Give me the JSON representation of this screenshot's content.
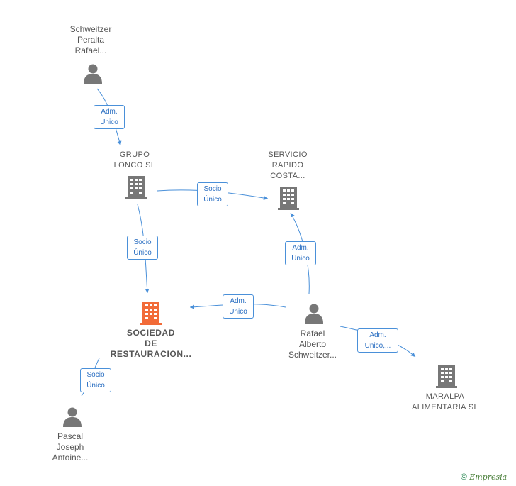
{
  "nodes": {
    "schweitzer_peralta": {
      "lines": [
        "Schweitzer",
        "Peralta",
        "Rafael..."
      ],
      "type": "person"
    },
    "grupo_lonco": {
      "lines": [
        "GRUPO",
        "LONCO  SL"
      ],
      "type": "company"
    },
    "servicio_rapido": {
      "lines": [
        "SERVICIO",
        "RAPIDO",
        "COSTA..."
      ],
      "type": "company"
    },
    "sociedad": {
      "lines": [
        "SOCIEDAD",
        "DE",
        "RESTAURACION..."
      ],
      "type": "company-main"
    },
    "rafael_alberto": {
      "lines": [
        "Rafael",
        "Alberto",
        "Schweitzer..."
      ],
      "type": "person"
    },
    "maralpa": {
      "lines": [
        "MARALPA",
        "ALIMENTARIA SL"
      ],
      "type": "company"
    },
    "pascal": {
      "lines": [
        "Pascal",
        "Joseph",
        "Antoine..."
      ],
      "type": "person"
    }
  },
  "edges": [
    {
      "lines": [
        "Adm.",
        "Unico"
      ]
    },
    {
      "lines": [
        "Socio",
        "Único"
      ]
    },
    {
      "lines": [
        "Socio",
        "Único"
      ]
    },
    {
      "lines": [
        "Adm.",
        "Unico"
      ]
    },
    {
      "lines": [
        "Adm.",
        "Unico"
      ]
    },
    {
      "lines": [
        "Adm.",
        "Unico,..."
      ]
    },
    {
      "lines": [
        "Socio",
        "Único"
      ]
    }
  ],
  "footer": {
    "copyright_symbol": "©",
    "brand": "Empresia"
  },
  "colors": {
    "edge": "#4a90d9",
    "icon_gray": "#777777",
    "main_company": "#f26b38"
  }
}
